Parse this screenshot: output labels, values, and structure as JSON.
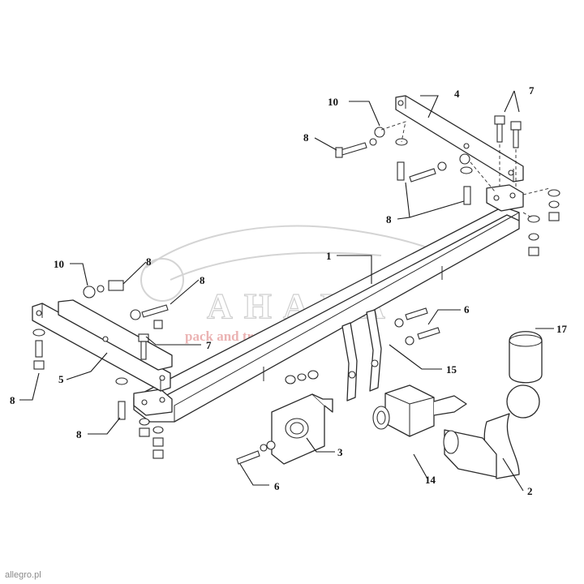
{
  "watermark": {
    "brand": "AHAKA",
    "tagline": "pack and travel"
  },
  "source_mark": "allegro.pl",
  "callouts": [
    {
      "id": "c1",
      "text": "1"
    },
    {
      "id": "c2",
      "text": "2"
    },
    {
      "id": "c3",
      "text": "3"
    },
    {
      "id": "c4",
      "text": "4"
    },
    {
      "id": "c5",
      "text": "5"
    },
    {
      "id": "c6a",
      "text": "6"
    },
    {
      "id": "c6b",
      "text": "6"
    },
    {
      "id": "c7a",
      "text": "7"
    },
    {
      "id": "c7b",
      "text": "7"
    },
    {
      "id": "c8a",
      "text": "8"
    },
    {
      "id": "c8b",
      "text": "8"
    },
    {
      "id": "c8c",
      "text": "8"
    },
    {
      "id": "c8d",
      "text": "8"
    },
    {
      "id": "c8e",
      "text": "8"
    },
    {
      "id": "c8f",
      "text": "8"
    },
    {
      "id": "c10a",
      "text": "10"
    },
    {
      "id": "c10b",
      "text": "10"
    },
    {
      "id": "c14",
      "text": "14"
    },
    {
      "id": "c15",
      "text": "15"
    },
    {
      "id": "c17",
      "text": "17"
    }
  ]
}
